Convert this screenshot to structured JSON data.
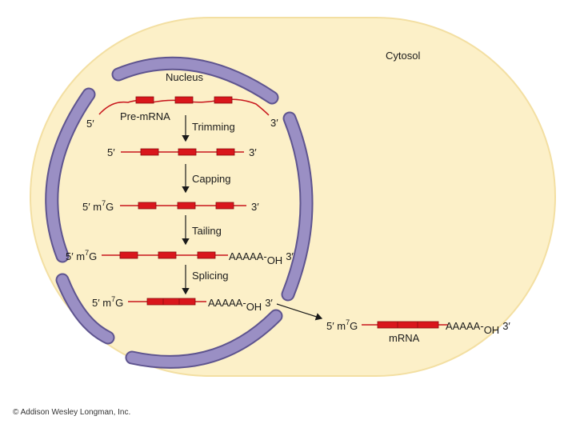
{
  "labels": {
    "cytosol": "Cytosol",
    "nucleus": "Nucleus",
    "pre_mrna": "Pre-mRNA",
    "mrna": "mRNA",
    "copyright": "© Addison Wesley Longman, Inc."
  },
  "steps": [
    "Trimming",
    "Capping",
    "Tailing",
    "Splicing"
  ],
  "ends": {
    "five_prime": "5′",
    "three_prime": "3′",
    "cap_prefix": "5′ m",
    "cap_sup": "7",
    "cap_suffix": "G",
    "poly_a": "AAAAA-",
    "oh": "OH"
  },
  "colors": {
    "cytosol_fill": "#FCF0C8",
    "cytosol_stroke": "#F3DFA2",
    "nucleus_envelope": "#9A8FC4",
    "nucleus_envelope_edge": "#5E548F",
    "exon": "#D9161C",
    "rna_strand": "#C8161C"
  }
}
